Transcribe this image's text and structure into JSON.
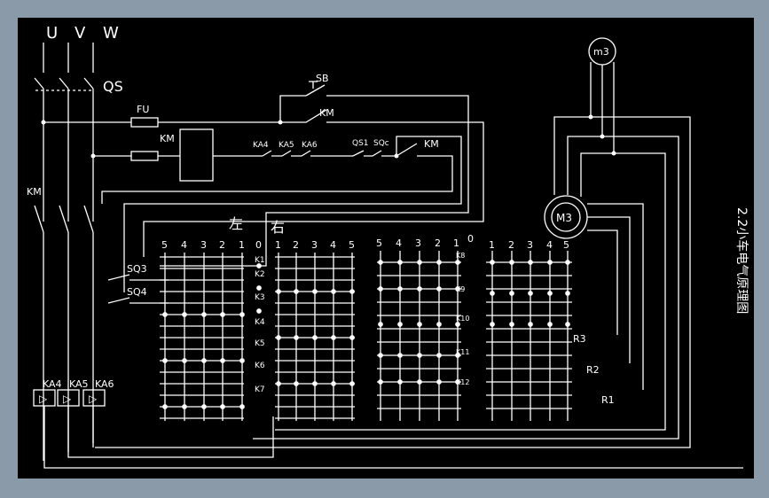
{
  "title": "2.2小车电气原理图",
  "phases": [
    "U",
    "V",
    "W"
  ],
  "labels": {
    "qs": "QS",
    "sb": "SB",
    "fu": "FU",
    "km": "KM",
    "ka4": "KA4",
    "ka5": "KA5",
    "ka6": "KA6",
    "qs1": "QS1",
    "sqc": "SQc",
    "sq3": "SQ3",
    "sq4": "SQ4",
    "left": "左",
    "right": "右",
    "m3_top": "m3",
    "m3_motor": "M3",
    "r1": "R1",
    "r2": "R2",
    "r3": "R3"
  },
  "grid_left_numbers": [
    "5",
    "4",
    "3",
    "2",
    "1",
    "0",
    "1",
    "2",
    "3",
    "4",
    "5"
  ],
  "grid_right_numbers": [
    "5",
    "4",
    "3",
    "2",
    "1",
    "0",
    "1",
    "2",
    "3",
    "4",
    "5"
  ],
  "k_left": [
    "K1",
    "K2",
    "K3",
    "K4",
    "K5",
    "K6",
    "K7"
  ],
  "k_right": [
    "K8",
    "K9",
    "K10",
    "K11",
    "K12"
  ],
  "relay_symbol": "▷"
}
